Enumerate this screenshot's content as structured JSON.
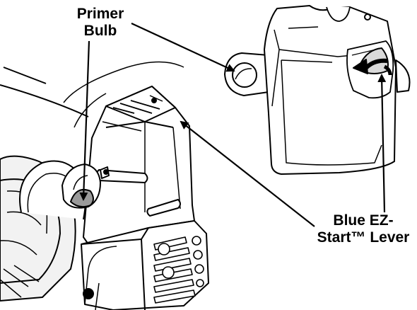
{
  "labels": {
    "primer_bulb": [
      "Primer",
      "Bulb"
    ],
    "ez_start_lever": [
      "Blue EZ-",
      "Start™ Lever"
    ]
  },
  "colors": {
    "ink": "#000000",
    "paper": "#ffffff",
    "shade": "#9a9a9a",
    "light_shade": "#d9d9d9"
  }
}
